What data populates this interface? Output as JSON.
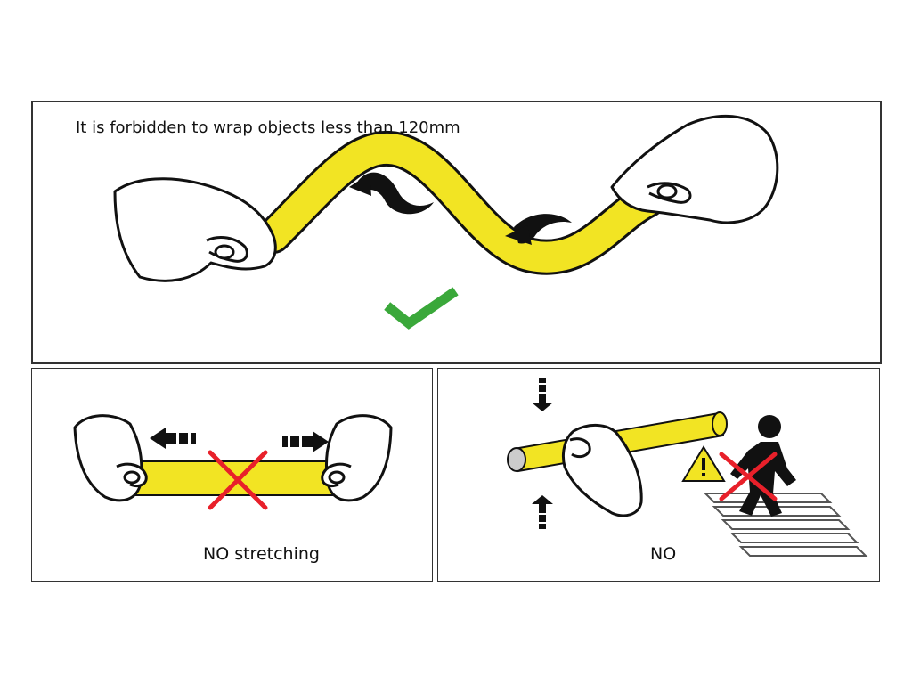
{
  "panels": {
    "top": {
      "caption": "It is forbidden to wrap objects less than 120mm"
    },
    "left": {
      "caption": "NO stretching"
    },
    "right": {
      "caption": "NO"
    }
  },
  "colors": {
    "tape": "#f2e423",
    "outline": "#111111",
    "check": "#3aa83a",
    "cross": "#e8202a",
    "warning": "#f2e423"
  },
  "icons": [
    "hand-icon",
    "curved-arrow-icon",
    "checkmark-icon",
    "cross-icon",
    "dashed-arrow-icon",
    "warning-triangle-icon",
    "person-icon",
    "stairs-icon"
  ]
}
